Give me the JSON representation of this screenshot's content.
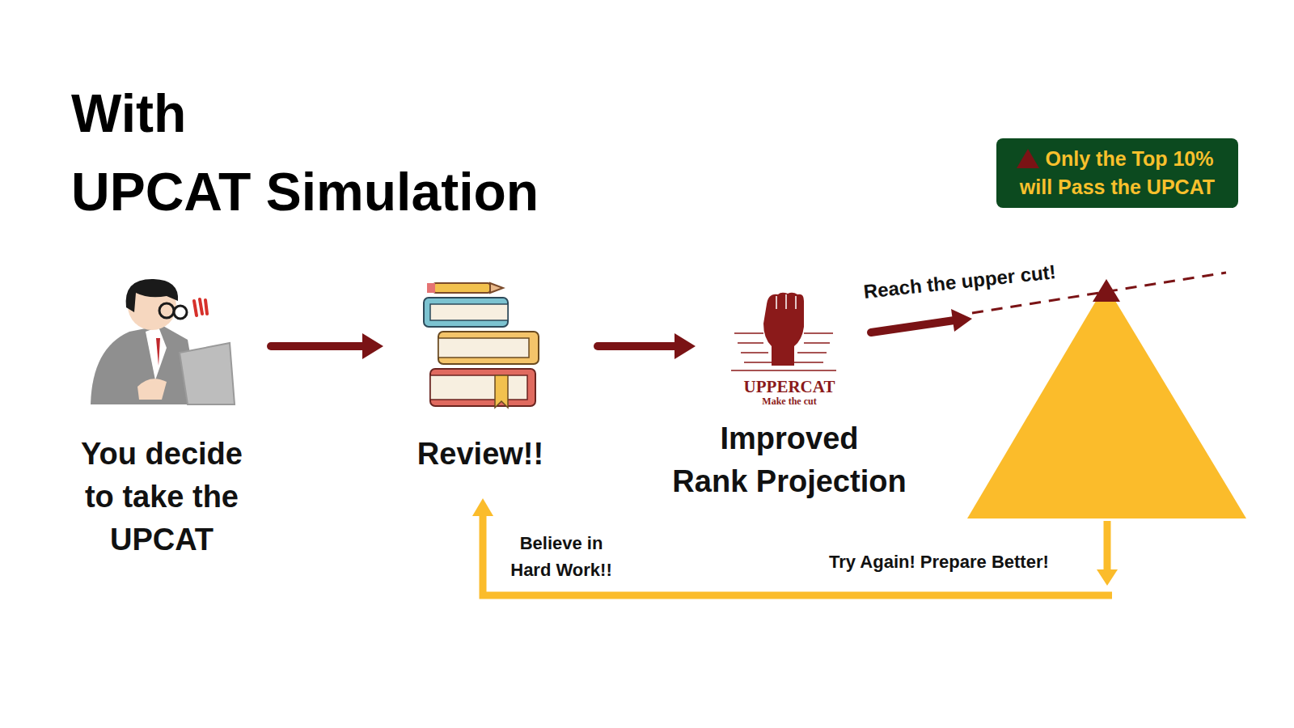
{
  "diagram": {
    "title": "With UPCAT Simulation",
    "nodes": [
      {
        "text": [
          "You decide to take the UPCAT"
        ]
      },
      {
        "text": [
          "Review!!"
        ]
      },
      {
        "text": [
          "UPPERCAT",
          "Make the cut",
          "Improved Rank Projection"
        ]
      },
      {
        "text": [
          "Only the Top 10% will Pass the UPCAT"
        ]
      }
    ],
    "edges": [
      {
        "from": 0,
        "to": 1,
        "arrow": "to"
      },
      {
        "from": 1,
        "to": 2,
        "arrow": "to"
      }
    ],
    "labels": [
      "Reach the upper cut!",
      "Believe in Hard Work!!",
      "Try Again! Prepare Better!"
    ]
  }
}
